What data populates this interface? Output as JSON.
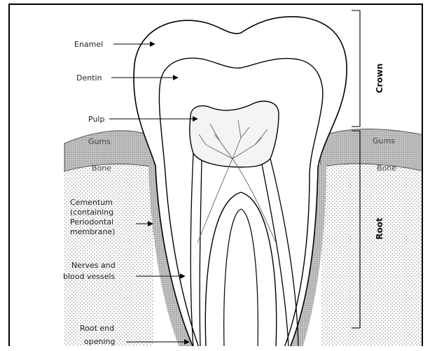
{
  "labels": {
    "enamel": "Enamel",
    "dentin": "Dentin",
    "pulp": "Pulp",
    "gums_left": "Gums",
    "bone_left": "Bone",
    "cementum_1": "Cementum",
    "cementum_2": "(containing",
    "cementum_3": "Periodontal",
    "cementum_4": "membrane)",
    "nerves_1": "Nerves and",
    "nerves_2": "blood vessels",
    "rootend_1": "Root end",
    "rootend_2": "opening",
    "gums_right": "Gums",
    "bone_right": "Bone"
  },
  "regions": {
    "crown": "Crown",
    "root": "Root"
  },
  "colors": {
    "line": "#000000",
    "gum_fill": "#b5b5b5",
    "bone_fill": "#dcdcdc",
    "pulp_fill": "#efefef"
  }
}
